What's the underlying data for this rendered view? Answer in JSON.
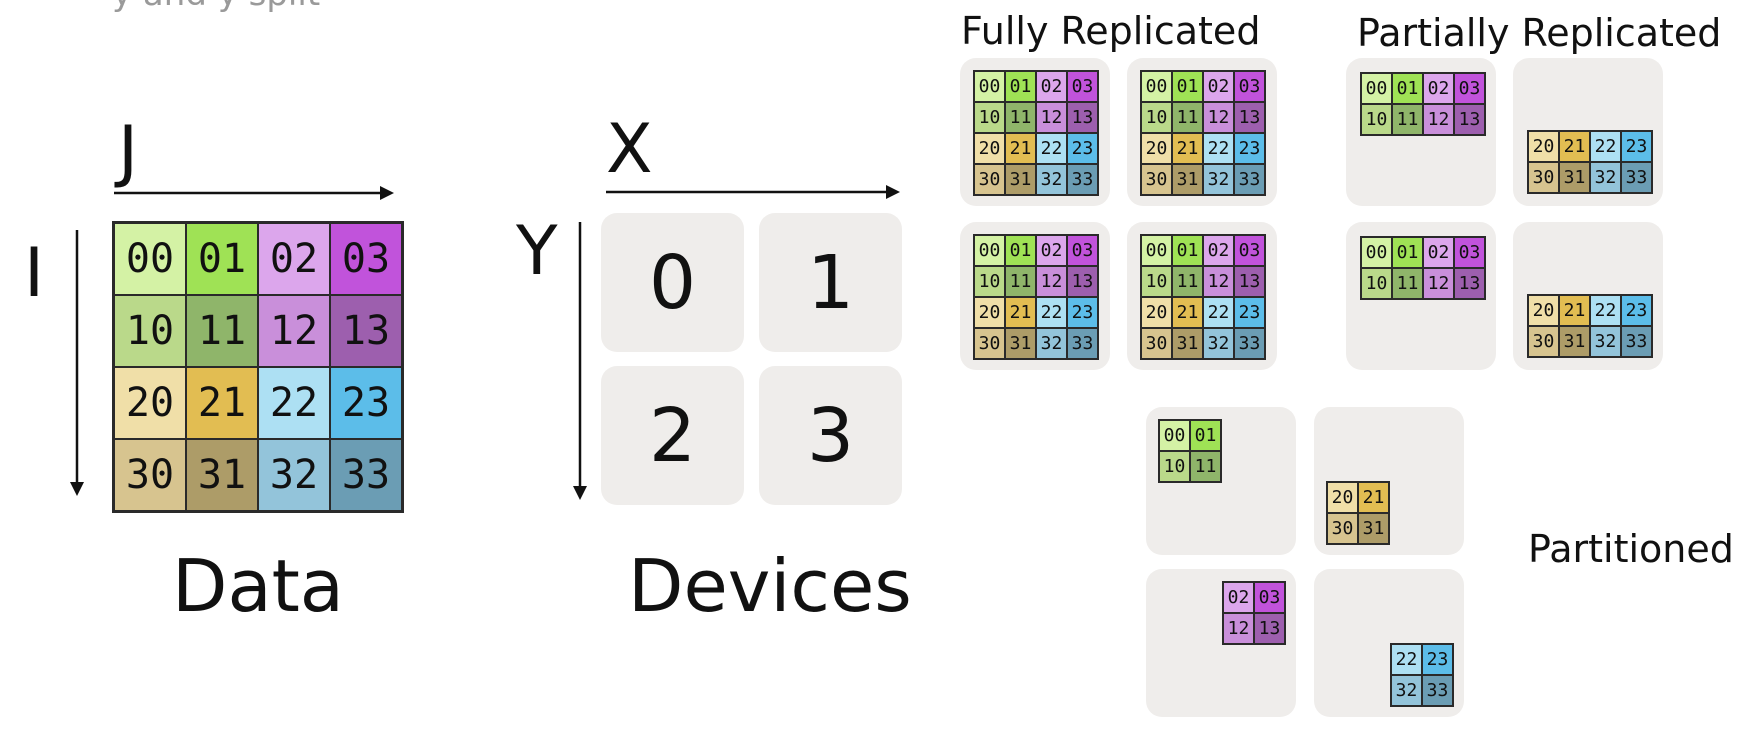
{
  "header_cut_text": "y and y split",
  "data_panel": {
    "row_axis_label": "I",
    "col_axis_label": "J",
    "caption": "Data",
    "rows": [
      [
        {
          "text": "00",
          "color": "#d4f2a5"
        },
        {
          "text": "01",
          "color": "#9fe255"
        },
        {
          "text": "02",
          "color": "#dca6ec"
        },
        {
          "text": "03",
          "color": "#c153db"
        }
      ],
      [
        {
          "text": "10",
          "color": "#bad98a"
        },
        {
          "text": "11",
          "color": "#8fb56a"
        },
        {
          "text": "12",
          "color": "#c98fda"
        },
        {
          "text": "13",
          "color": "#9d5fae"
        }
      ],
      [
        {
          "text": "20",
          "color": "#f0dfa8"
        },
        {
          "text": "21",
          "color": "#e2bd52"
        },
        {
          "text": "22",
          "color": "#ade0f3"
        },
        {
          "text": "23",
          "color": "#5cbde9"
        }
      ],
      [
        {
          "text": "30",
          "color": "#d7c48f"
        },
        {
          "text": "31",
          "color": "#ad9c68"
        },
        {
          "text": "32",
          "color": "#93c4da"
        },
        {
          "text": "33",
          "color": "#6b9db4"
        }
      ]
    ]
  },
  "devices_panel": {
    "row_axis_label": "Y",
    "col_axis_label": "X",
    "caption": "Devices",
    "device_ids": [
      "0",
      "1",
      "2",
      "3"
    ]
  },
  "fully_replicated": {
    "title": "Fully Replicated",
    "per_device_rows": [
      [
        0,
        1,
        2,
        3
      ],
      [
        0,
        1,
        2,
        3
      ],
      [
        0,
        1,
        2,
        3
      ],
      [
        0,
        1,
        2,
        3
      ]
    ],
    "per_device_cols": [
      [
        0,
        1,
        2,
        3
      ],
      [
        0,
        1,
        2,
        3
      ],
      [
        0,
        1,
        2,
        3
      ],
      [
        0,
        1,
        2,
        3
      ]
    ]
  },
  "partially_replicated": {
    "title": "Partially Replicated",
    "per_device_rows": [
      [
        0,
        1
      ],
      [
        2,
        3
      ],
      [
        0,
        1
      ],
      [
        2,
        3
      ]
    ],
    "per_device_cols": [
      [
        0,
        1,
        2,
        3
      ],
      [
        0,
        1,
        2,
        3
      ],
      [
        0,
        1,
        2,
        3
      ],
      [
        0,
        1,
        2,
        3
      ]
    ]
  },
  "partitioned": {
    "title": "Partitioned",
    "per_device_rows": [
      [
        0,
        1
      ],
      [
        2,
        3
      ],
      [
        0,
        1
      ],
      [
        2,
        3
      ]
    ],
    "per_device_cols": [
      [
        0,
        1
      ],
      [
        0,
        1
      ],
      [
        2,
        3
      ],
      [
        2,
        3
      ]
    ]
  }
}
